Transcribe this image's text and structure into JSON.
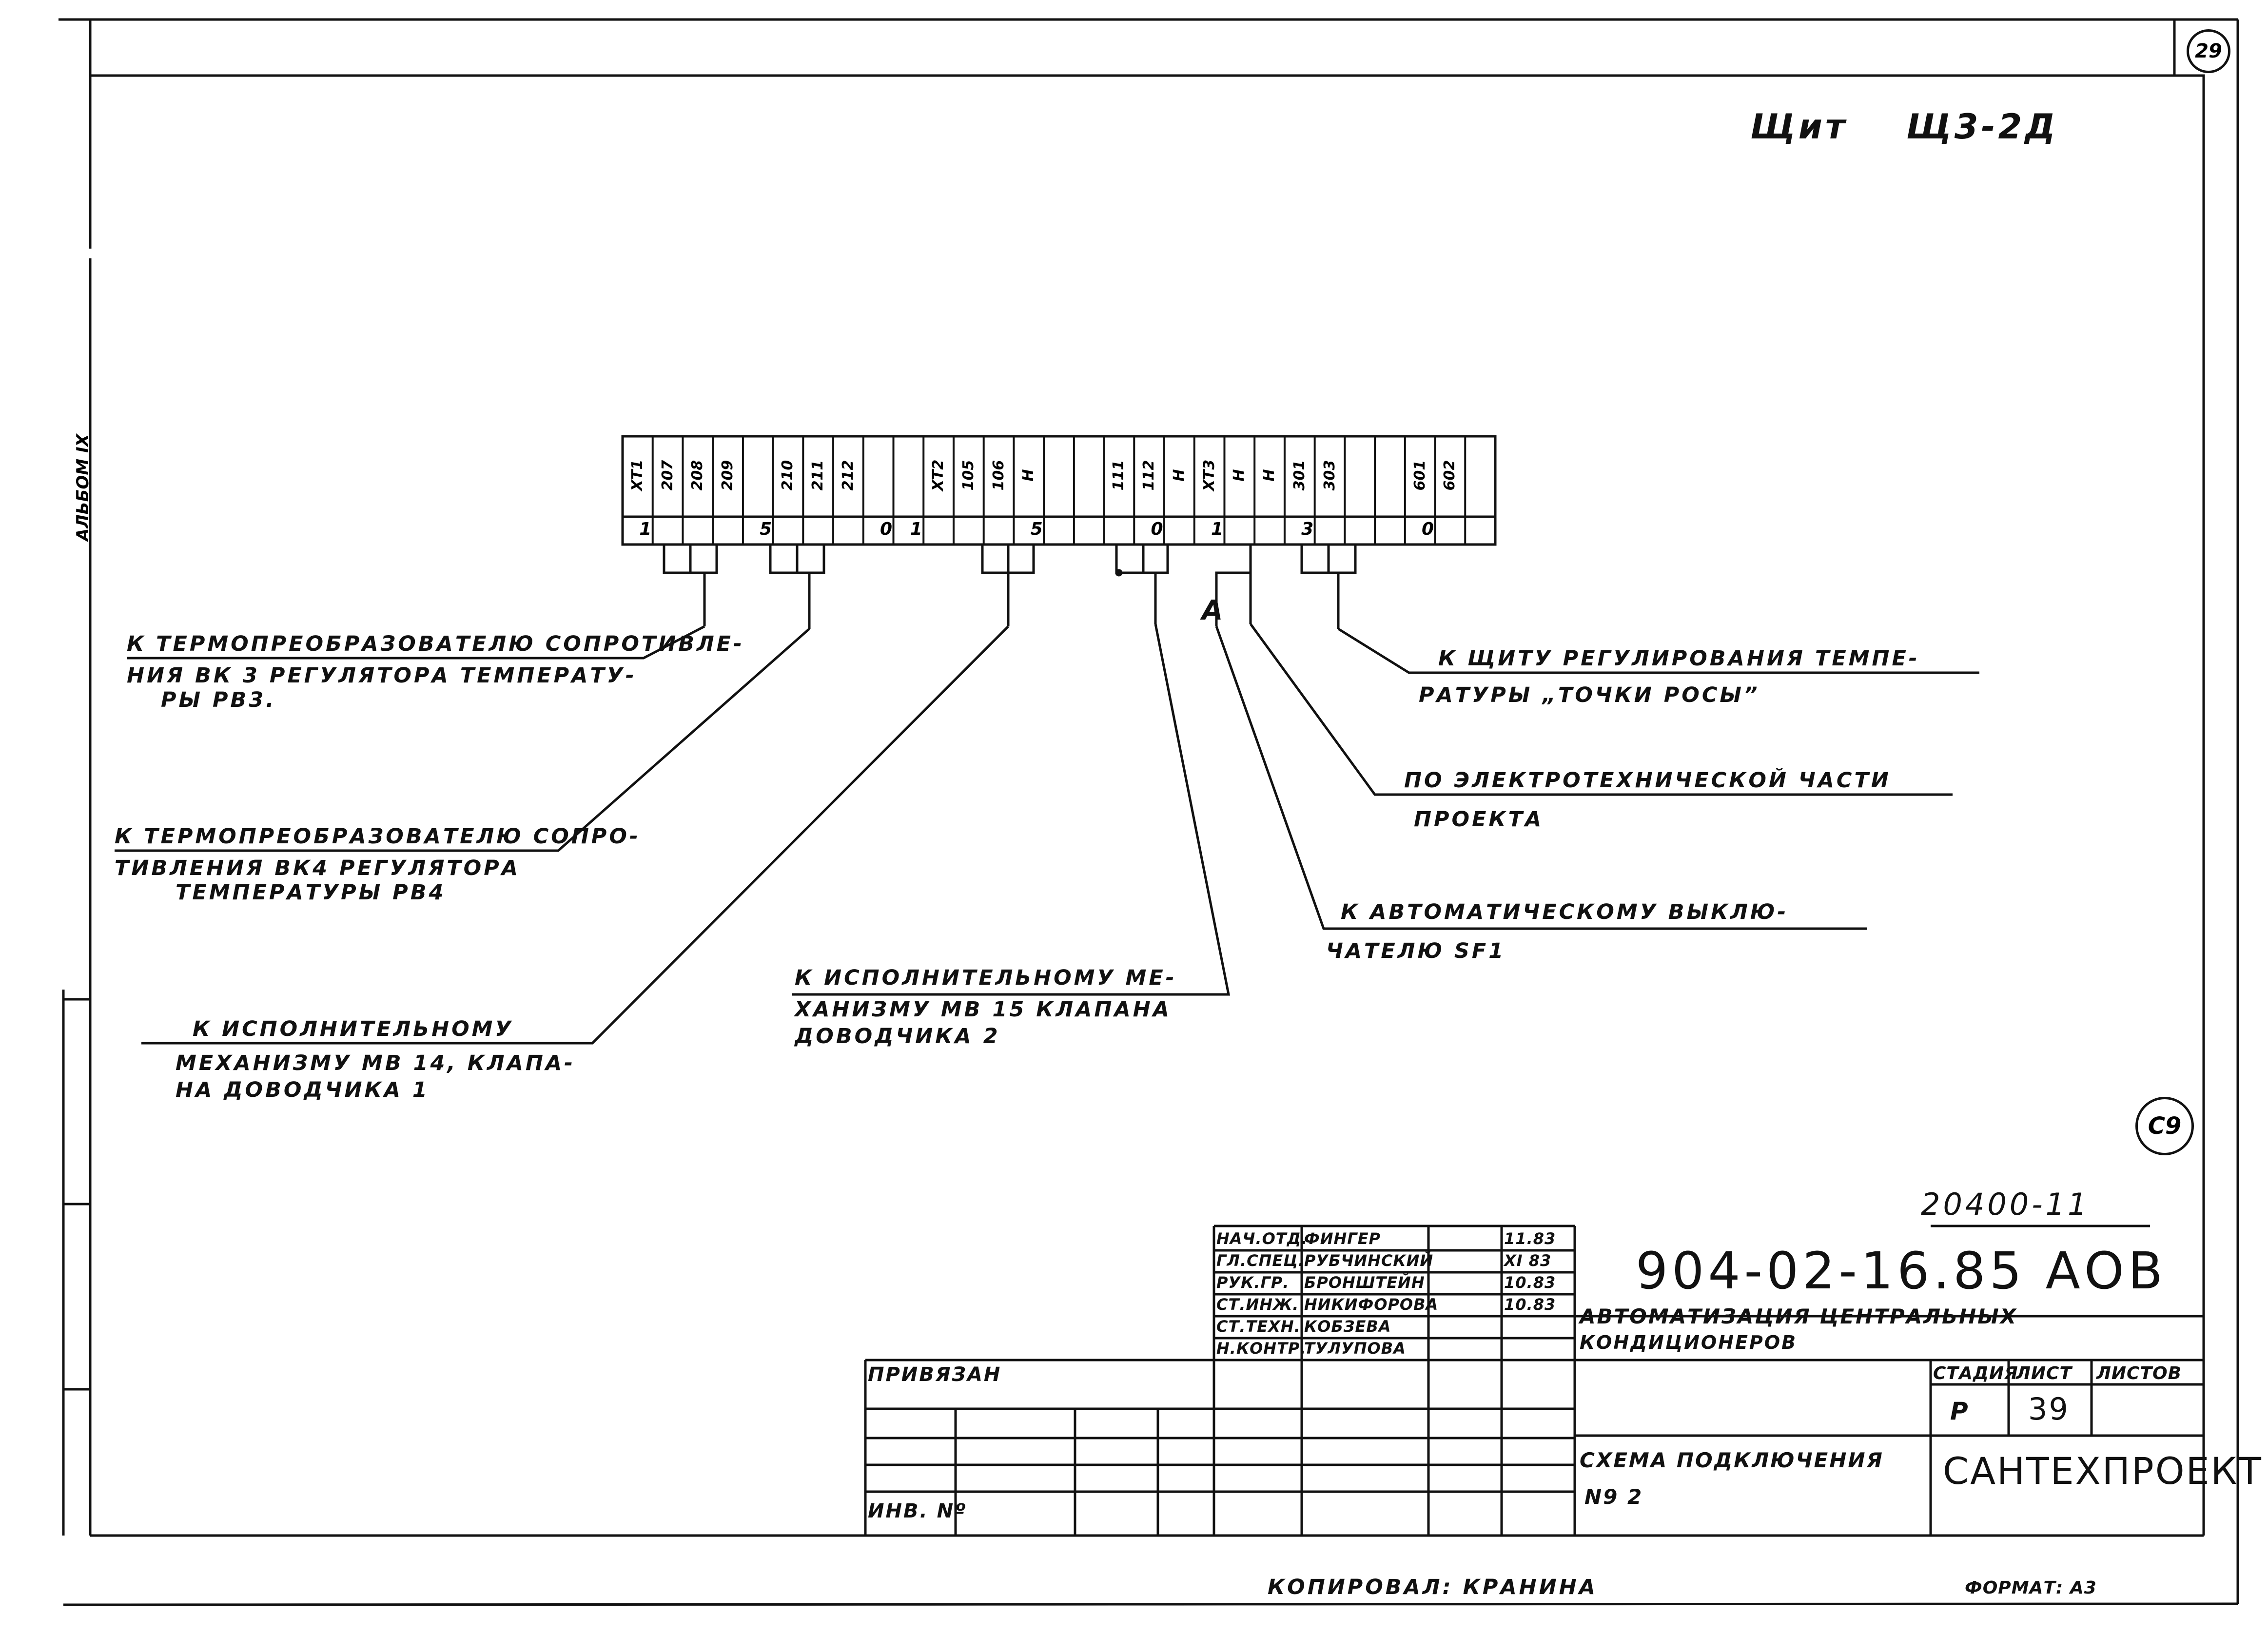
{
  "header": {
    "panel_word": "Щит",
    "panel_code": "Щ3-2Д",
    "album": "АЛЬБОМ IX",
    "page_no": "29",
    "sheet_circle": "C9"
  },
  "terminal_block": {
    "wires": [
      "XT1",
      "207",
      "208",
      "209",
      "",
      "210",
      "211",
      "212",
      "",
      "",
      "XT2",
      "105",
      "106",
      "H",
      "",
      "",
      "111",
      "112",
      "H",
      "XT3",
      "H",
      "H",
      "301",
      "303",
      "",
      "",
      "601",
      "602",
      ""
    ],
    "terminals": [
      "1",
      "",
      "",
      "",
      "5",
      "",
      "",
      "",
      "0",
      "1",
      "",
      "",
      "",
      "5",
      "",
      "",
      "",
      "0",
      "",
      "1",
      "",
      "",
      "3",
      "",
      "",
      "",
      "0",
      "",
      ""
    ]
  },
  "node_letter": "А",
  "notes": {
    "n1": {
      "l1": "К ТЕРМОПРЕОБРАЗОВАТЕЛЮ СОПРОТИВЛЕ-",
      "l2": "НИЯ ВК 3 РЕГУЛЯТОРА  ТЕМПЕРАТУ-",
      "l3": "РЫ  РВ3."
    },
    "n2": {
      "l1": "К ТЕРМОПРЕОБРАЗОВАТЕЛЮ  СОПРО-",
      "l2": "ТИВЛЕНИЯ  ВК4  РЕГУЛЯТОРА",
      "l3": "ТЕМПЕРАТУРЫ РВ4"
    },
    "n3": {
      "l1": "К ИСПОЛНИТЕЛЬНОМУ",
      "l2": "МЕХАНИЗМУ  МВ 14, КЛАПА-",
      "l3": "НА ДОВОДЧИКА  1"
    },
    "n4": {
      "l1": "К ИСПОЛНИТЕЛЬНОМУ  МЕ-",
      "l2": "ХАНИЗМУ  МВ 15  КЛАПАНА",
      "l3": "ДОВОДЧИКА  2"
    },
    "n5": {
      "l1": "К АВТОМАТИЧЕСКОМУ  ВЫКЛЮ-",
      "l2": "ЧАТЕЛЮ   SF1"
    },
    "n6": {
      "l1": "ПО  ЭЛЕКТРОТЕХНИЧЕСКОЙ  ЧАСТИ",
      "l2": "ПРОЕКТА"
    },
    "n7": {
      "l1": "К  ЩИТУ  РЕГУЛИРОВАНИЯ  ТЕМПЕ-",
      "l2": "РАТУРЫ  „ТОЧКИ  РОСЫ”"
    }
  },
  "title_block": {
    "inv_no": "20400-11",
    "doc_code": "904-02-16.85 АОВ",
    "title_line1": "АВТОМАТИЗАЦИЯ     ЦЕНТРАЛЬНЫХ",
    "title_line2": "КОНДИЦИОНЕРОВ",
    "sheet_name1": "СХЕМА  ПОДКЛЮЧЕНИЯ",
    "sheet_name2": "N9 2",
    "org": "САНТЕХПРОЕКТ",
    "stage_h": "СТАДИЯ",
    "sheet_h": "ЛИСТ",
    "sheets_h": "ЛИСТОВ",
    "stage": "Р",
    "sheet": "39",
    "privyazan": "ПРИВЯЗАН",
    "inv_label": "ИНВ. Nº",
    "signers": [
      {
        "role": "НАЧ.ОТД.",
        "name": "ФИНГЕР",
        "date": "11.83"
      },
      {
        "role": "ГЛ.СПЕЦ.",
        "name": "РУБЧИНСКИЙ",
        "date": "XI 83"
      },
      {
        "role": "РУК.ГР.",
        "name": "БРОНШТЕЙН",
        "date": "10.83"
      },
      {
        "role": "СТ.ИНЖ.",
        "name": "НИКИФОРОВА",
        "date": "10.83"
      },
      {
        "role": "СТ.ТЕХН.",
        "name": "КОБЗЕВА",
        "date": ""
      },
      {
        "role": "Н.КОНТР.",
        "name": "ТУЛУПОВА",
        "date": ""
      }
    ]
  },
  "footer": {
    "copied": "КОПИРОВАЛ: КРАНИНА",
    "format": "ФОРМАТ: А3"
  }
}
